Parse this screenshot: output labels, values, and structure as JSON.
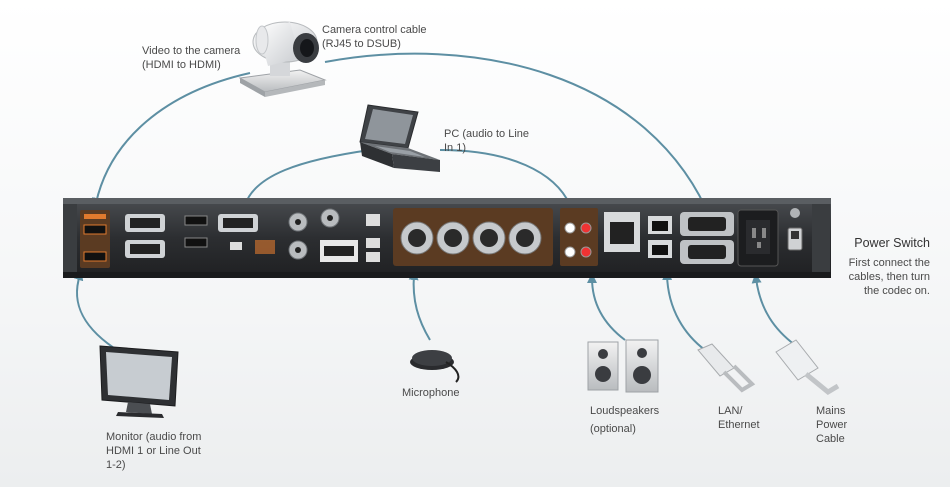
{
  "labels": {
    "camera_cable": "Camera control cable\n(RJ45 to DSUB)",
    "video_camera": "Video to the camera\n(HDMI to HDMI)",
    "pc": "PC (audio to Line\nIn 1)",
    "power_switch_title": "Power Switch",
    "power_switch_note": "First connect the\ncables, then turn\nthe codec on.",
    "monitor": "Monitor (audio from\nHDMI 1 or Line Out\n1-2)",
    "microphone": "Microphone",
    "loudspeakers": "Loudspeakers",
    "loudspeakers_optional": "(optional)",
    "lan": "LAN/\nEthernet",
    "mains": "Mains\nPower\nCable"
  },
  "colors": {
    "cable": "#5d8fa3",
    "chassis": "#2f3134",
    "accent": "#e07a2e"
  }
}
